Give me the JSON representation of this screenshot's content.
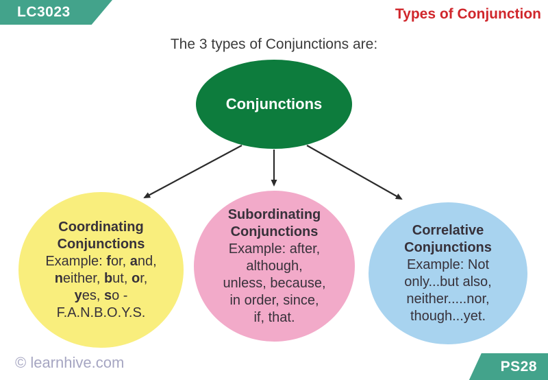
{
  "header": {
    "code_badge": "LC3023",
    "title": "Types of Conjunction"
  },
  "intro": "The 3 types of Conjunctions are:",
  "diagram": {
    "root": "Conjunctions",
    "circles": [
      {
        "id": "coordinating",
        "fill": "#f9ee7d",
        "lines": [
          [
            {
              "t": "Coordinating",
              "b": true
            }
          ],
          [
            {
              "t": "Conjunctions",
              "b": true
            }
          ],
          [
            {
              "t": "Example: "
            },
            {
              "t": "f",
              "b": true
            },
            {
              "t": "or, "
            },
            {
              "t": "a",
              "b": true
            },
            {
              "t": "nd,"
            }
          ],
          [
            {
              "t": "n",
              "b": true
            },
            {
              "t": "either, "
            },
            {
              "t": "b",
              "b": true
            },
            {
              "t": "ut, "
            },
            {
              "t": "o",
              "b": true
            },
            {
              "t": "r,"
            }
          ],
          [
            {
              "t": "y",
              "b": true
            },
            {
              "t": "es, "
            },
            {
              "t": "s",
              "b": true
            },
            {
              "t": "o -"
            }
          ],
          [
            {
              "t": "F.A.N.B.O.Y.S."
            }
          ]
        ]
      },
      {
        "id": "subordinating",
        "fill": "#f2aac9",
        "lines": [
          [
            {
              "t": "Subordinating",
              "b": true
            }
          ],
          [
            {
              "t": "Conjunctions",
              "b": true
            }
          ],
          [
            {
              "t": "Example: after,"
            }
          ],
          [
            {
              "t": "although,"
            }
          ],
          [
            {
              "t": "unless, because,"
            }
          ],
          [
            {
              "t": "in order, since,"
            }
          ],
          [
            {
              "t": "if, that."
            }
          ]
        ]
      },
      {
        "id": "correlative",
        "fill": "#a8d3ef",
        "lines": [
          [
            {
              "t": "Correlative",
              "b": true
            }
          ],
          [
            {
              "t": "Conjunctions",
              "b": true
            }
          ],
          [
            {
              "t": "Example: Not"
            }
          ],
          [
            {
              "t": "only...but also,"
            }
          ],
          [
            {
              "t": "neither.....nor,"
            }
          ],
          [
            {
              "t": "though...yet."
            }
          ]
        ]
      }
    ]
  },
  "footer": {
    "copyright": "© learnhive.com",
    "page_badge": "PS28"
  },
  "colors": {
    "badge_teal": "#43a38b",
    "root_green": "#0d7c3d",
    "title_red": "#d0262b",
    "arrow": "#2b2b2b",
    "footer_gray": "#a6a6c2"
  }
}
